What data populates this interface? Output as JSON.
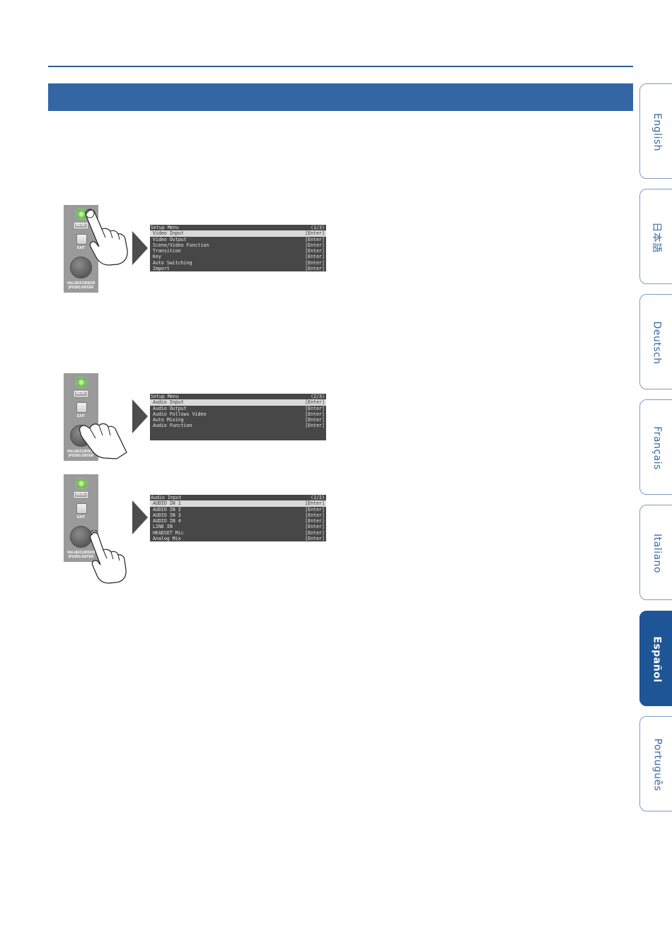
{
  "panel_labels": {
    "menu": "MENU",
    "exit": "EXIT",
    "value_line1": "VALUE/CURSOR",
    "value_line2": "(PUSH) ENTER"
  },
  "screens": [
    {
      "title": "Setup Menu",
      "page": "(1/3)",
      "selected_index": 0,
      "rows": [
        {
          "label": "Video Input",
          "value": "[Enter]"
        },
        {
          "label": "Video Output",
          "value": "[Enter]"
        },
        {
          "label": "Scene/Video Function",
          "value": "[Enter]"
        },
        {
          "label": "Transition",
          "value": "[Enter]"
        },
        {
          "label": "Key",
          "value": "[Enter]"
        },
        {
          "label": "Auto Switching",
          "value": "[Enter]"
        },
        {
          "label": "Import",
          "value": "[Enter]"
        }
      ]
    },
    {
      "title": "Setup Menu",
      "page": "(2/3)",
      "selected_index": 0,
      "rows": [
        {
          "label": "Audio Input",
          "value": "[Enter]"
        },
        {
          "label": "Audio Output",
          "value": "[Enter]"
        },
        {
          "label": "Audio Follows Video",
          "value": "[Enter]"
        },
        {
          "label": "Auto Mixing",
          "value": "[Enter]"
        },
        {
          "label": "Audio Function",
          "value": "[Enter]"
        }
      ]
    },
    {
      "title": "Audio Input",
      "page": "(1/2)",
      "selected_index": 0,
      "rows": [
        {
          "label": "AUDIO IN 1",
          "value": "[Enter]"
        },
        {
          "label": "AUDIO IN 2",
          "value": "[Enter]"
        },
        {
          "label": "AUDIO IN 3",
          "value": "[Enter]"
        },
        {
          "label": "AUDIO IN 4",
          "value": "[Enter]"
        },
        {
          "label": "LINE IN",
          "value": "[Enter]"
        },
        {
          "label": "HEADSET Mic",
          "value": "[Enter]"
        },
        {
          "label": "Analog Mix",
          "value": "[Enter]"
        }
      ]
    }
  ],
  "language_tabs": [
    {
      "label": "English",
      "active": false
    },
    {
      "label": "日本語",
      "active": false
    },
    {
      "label": "Deutsch",
      "active": false
    },
    {
      "label": "Français",
      "active": false
    },
    {
      "label": "Italiano",
      "active": false
    },
    {
      "label": "Español",
      "active": true
    },
    {
      "label": "Português",
      "active": false
    }
  ],
  "colors": {
    "accent_blue": "#3466a3",
    "active_tab": "#1e5597",
    "lcd_background": "#474747",
    "led_green": "#5cbf3a"
  }
}
